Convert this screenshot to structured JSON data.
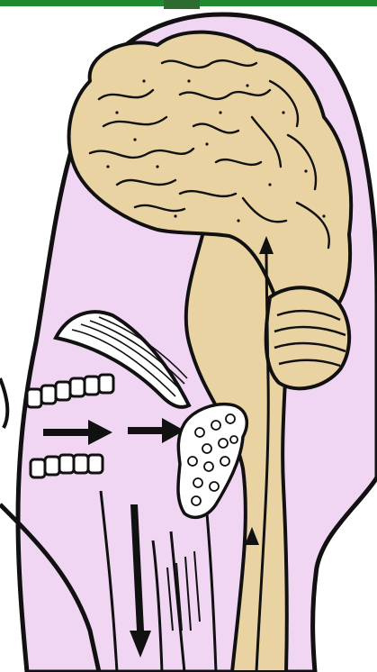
{
  "colors": {
    "header_bar": "#1f8a2e",
    "header_accent": "#2e6b2e",
    "background": "#ffffff",
    "head_fill": "#f0d6f2",
    "tissue_fill": "#e9d3a3",
    "ink": "#111111"
  },
  "elements": {
    "head_outline": "head-silhouette",
    "brain": "brain",
    "brainstem_spinal_cord": "spinal-cord",
    "cerebellum": "cerebellum",
    "tongue_palate": "tongue",
    "upper_teeth": "upper-teeth",
    "lower_teeth": "lower-teeth",
    "taste_bud_cluster": "taste-bud-cluster",
    "arrow_up_nerve": "arrow-up",
    "arrow_right": "arrow-right",
    "arrow_down": "arrow-down"
  }
}
